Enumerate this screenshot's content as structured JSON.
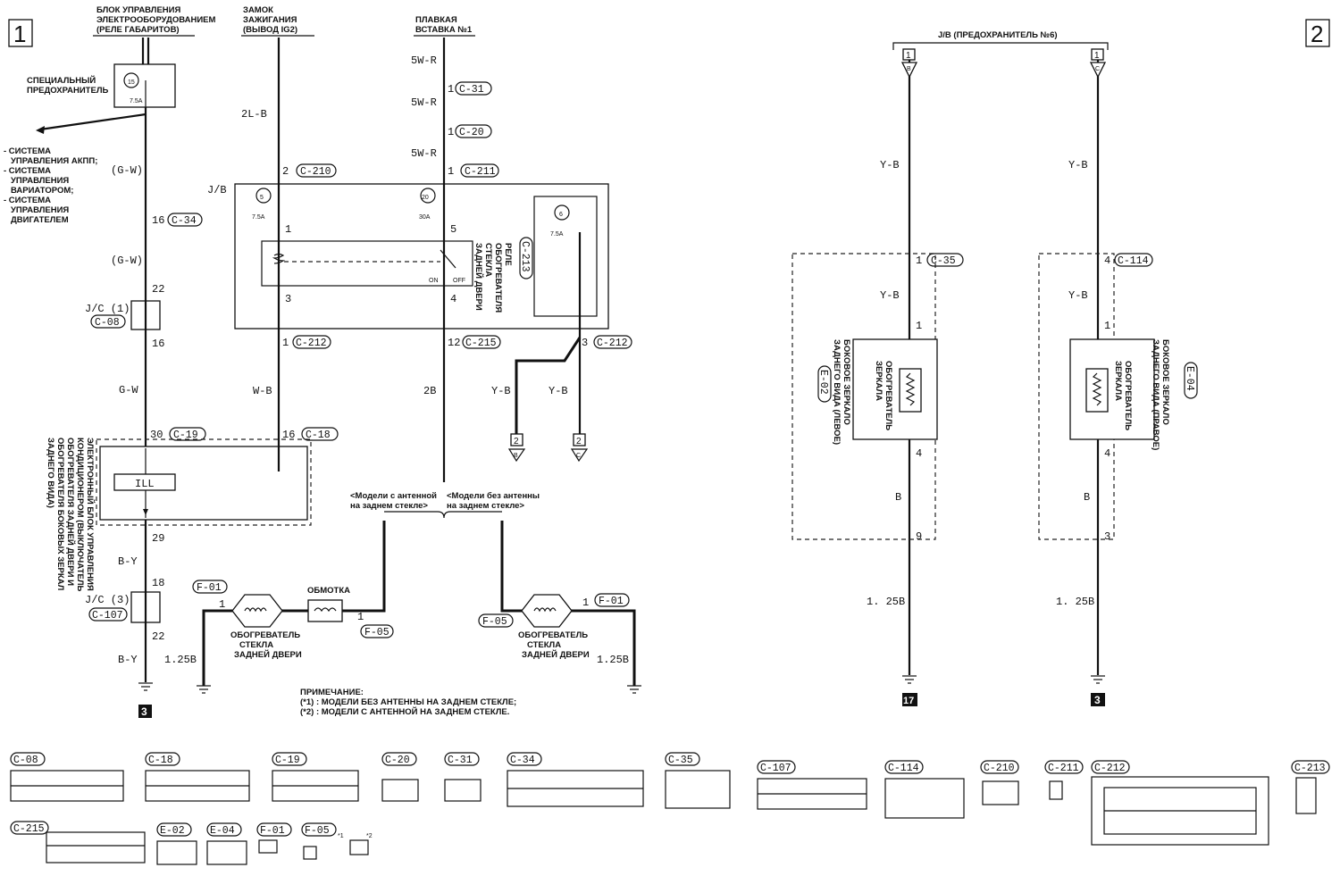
{
  "pages": {
    "p1": "1",
    "p2": "2"
  },
  "top_labels": {
    "etacs": [
      "БЛОК УПРАВЛЕНИЯ",
      "ЭЛЕКТРООБОРУДОВАНИЕМ",
      "(РЕЛЕ ГАБАРИТОВ)"
    ],
    "ignition": [
      "ЗАМОК",
      "ЗАЖИГАНИЯ",
      "(ВЫВОД IG2)"
    ],
    "fusible": [
      "ПЛАВКАЯ",
      "ВСТАВКА №1"
    ],
    "jb_fuse6": "J/B (ПРЕДОХРАНИТЕЛЬ №6)"
  },
  "special_fuse": {
    "label": [
      "СПЕЦИАЛЬНЫЙ",
      "ПРЕДОХРАНИТЕЛЬ"
    ],
    "num": "15",
    "rating": "7.5A"
  },
  "systems": [
    "- СИСТЕМА",
    "УПРАВЛЕНИЯ АКПП;",
    "- СИСТЕМА",
    "УПРАВЛЕНИЯ",
    "ВАРИАТОРОМ;",
    "- СИСТЕМА",
    "УПРАВЛЕНИЯ",
    "ДВИГАТЕЛЕМ"
  ],
  "wires": {
    "gw_paren": "(G-W)",
    "gw": "G-W",
    "l2b": "2L-B",
    "w5r": "5W-R",
    "wb": "W-B",
    "b2": "2B",
    "yb": "Y-B",
    "by": "B-Y",
    "b": "B",
    "b125": "1.25B",
    "b125b": "1. 25B"
  },
  "connectors": {
    "c34": "C-34",
    "c08": "C-08",
    "c19": "C-19",
    "c107": "C-107",
    "c210": "C-210",
    "c18": "C-18",
    "c31": "C-31",
    "c20": "C-20",
    "c211": "C-211",
    "c212": "C-212",
    "c215": "C-215",
    "c213": "C-213",
    "f01": "F-01",
    "f05": "F-05",
    "c35": "C-35",
    "c114": "C-114",
    "e02": "E-02",
    "e04": "E-04"
  },
  "pins": {
    "p16": "16",
    "p22": "22",
    "p30": "30",
    "p29": "29",
    "p18": "18",
    "p2": "2",
    "p1": "1",
    "p3": "3",
    "p5": "5",
    "p4": "4",
    "p12": "12",
    "p9": "9"
  },
  "jc1": [
    "J/C (1)"
  ],
  "jc3": [
    "J/C (3)"
  ],
  "jb": "J/B",
  "jb_fuses": {
    "f5": "5",
    "f5r": "7.5A",
    "f20": "20",
    "f20r": "30A",
    "f6": "6",
    "f6r": "7.5A"
  },
  "relay": {
    "text": [
      "РЕЛЕ",
      "ОБОГРЕВАТЕЛЯ",
      "СТЕКЛА",
      "ЗАДНЕЙ ДВЕРИ"
    ],
    "on": "ON",
    "off": "OFF"
  },
  "etacs_unit": {
    "text": [
      "ЭЛЕКТРОННЫЙ БЛОК УПРАВЛЕНИЯ",
      "КОНДИЦИОНЕРОМ (ВЫКЛЮЧАТЕЛЬ",
      "ОБОГРЕВАТЕЛЯ ЗАДНЕЙ ДВЕРИ И",
      "ОБОГРЕВАТЕЛЯ БОКОВЫХ ЗЕРКАЛ",
      "ЗАДНЕГО ВИДА)"
    ],
    "ill": "ILL"
  },
  "models": {
    "with_ant": [
      "<Модели с антенной",
      "на заднем стекле>"
    ],
    "without_ant": [
      "<Модели без антенны",
      "на заднем стекле>"
    ]
  },
  "winding": "ОБМОТКА",
  "defogger": [
    "ОБОГРЕВАТЕЛЬ",
    "СТЕКЛА",
    "ЗАДНЕЙ ДВЕРИ"
  ],
  "note": [
    "ПРИМЕЧАНИЕ:",
    "(*1) : МОДЕЛИ БЕЗ АНТЕННЫ НА ЗАДНЕМ СТЕКЛЕ;",
    "(*2) : МОДЕЛИ С АНТЕННОЙ НА ЗАДНЕМ СТЕКЛЕ."
  ],
  "mirror_left": [
    "БОКОВОЕ ЗЕРКАЛО",
    "ЗАДНЕГО ВИДА (ЛЕВОЕ)"
  ],
  "mirror_right": [
    "БОКОВОЕ ЗЕРКАЛО",
    "ЗАДНЕГО ВИДА (ПРАВОЕ)"
  ],
  "mirror_heater": [
    "ОБОГРЕВАТЕЛЬ",
    "ЗЕРКАЛА"
  ],
  "grounds": {
    "g3": "3",
    "g17": "17"
  },
  "refs": {
    "r1": "1",
    "r2": "2",
    "rb": "B",
    "rc": "C"
  },
  "stars": {
    "s1": "*1",
    "s2": "*2"
  },
  "legend": [
    "C-08",
    "C-18",
    "C-19",
    "C-20",
    "C-31",
    "C-34",
    "C-35",
    "C-107",
    "C-114",
    "C-210",
    "C-211",
    "C-212",
    "C-213",
    "C-215",
    "E-02",
    "E-04",
    "F-01",
    "F-05"
  ]
}
